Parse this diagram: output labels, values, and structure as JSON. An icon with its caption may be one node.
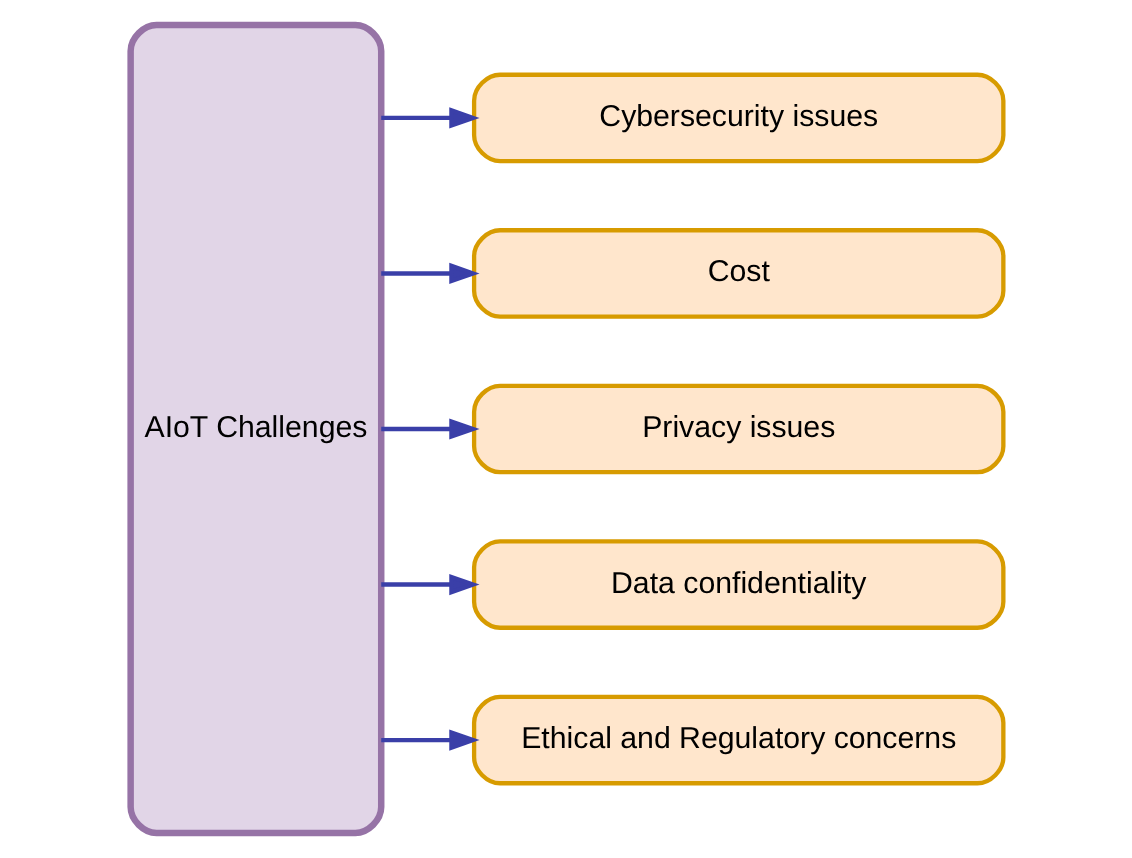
{
  "diagram": {
    "nodes": [
      {
        "text": [
          "AIoT Challenges"
        ]
      },
      {
        "text": [
          "Cybersecurity issues"
        ]
      },
      {
        "text": [
          "Cost"
        ]
      },
      {
        "text": [
          "Privacy issues"
        ]
      },
      {
        "text": [
          "Data confidentiality"
        ]
      },
      {
        "text": [
          "Ethical and Regulatory concerns"
        ]
      }
    ],
    "edges": [
      {
        "from": 0,
        "to": 1,
        "arrow": "to"
      },
      {
        "from": 0,
        "to": 2,
        "arrow": "to"
      },
      {
        "from": 0,
        "to": 3,
        "arrow": "to"
      },
      {
        "from": 0,
        "to": 4,
        "arrow": "to"
      },
      {
        "from": 0,
        "to": 5,
        "arrow": "to"
      }
    ]
  }
}
